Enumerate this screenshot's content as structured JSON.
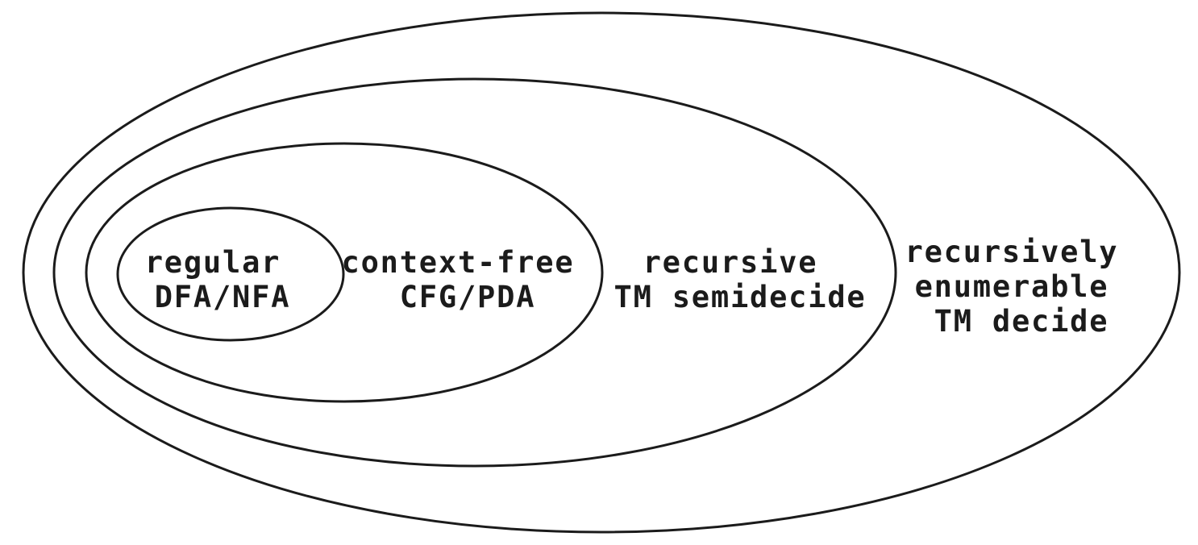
{
  "diagram": {
    "background": "#ffffff",
    "stroke_color": "#1b1b1b",
    "text_color": "#1b1b1b",
    "sets": [
      {
        "name": "regular",
        "label_lines": [
          "regular",
          "DFA/NFA"
        ]
      },
      {
        "name": "context-free",
        "label_lines": [
          "context-free",
          "CFG/PDA"
        ]
      },
      {
        "name": "recursive",
        "label_lines": [
          "recursive",
          "TM semidecide"
        ]
      },
      {
        "name": "recursively-enumerable",
        "label_lines": [
          "recursively",
          "enumerable",
          "TM decide"
        ]
      }
    ]
  }
}
